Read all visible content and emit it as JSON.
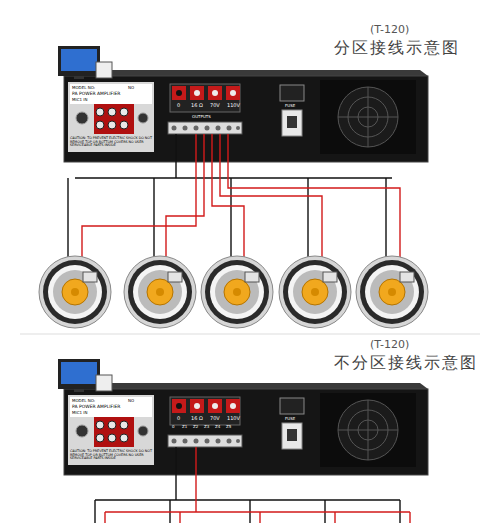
{
  "diagram": {
    "labels": [
      "(T-120)",
      "分区接线示意图",
      "MODEL NO:",
      "PA POWER AMPLIFIER",
      "NO",
      "MIC1 IN",
      "CAUTION: TO PREVENT ELECTRIC SHOCK DO NOT REMOVE TOP OR BOTTOM COVERS NO USER SERVICEABLE PARTS INSIDE",
      "0",
      "16 Ω",
      "70V",
      "110V",
      "OUTPUTS",
      "FUSE",
      "(T-120)",
      "不分区接线示意图",
      "MODEL NO:",
      "PA POWER AMPLIFIER",
      "NO",
      "MIC1 IN",
      "CAUTION: TO PREVENT ELECTRIC SHOCK DO NOT REMOVE TOP OR BOTTOM COVERS NO USER SERVICEABLE PARTS INSIDE",
      "0",
      "16 Ω",
      "70V",
      "110V",
      "0",
      "Z1",
      "Z2",
      "Z3",
      "Z4",
      "Z5",
      "FUSE"
    ]
  }
}
